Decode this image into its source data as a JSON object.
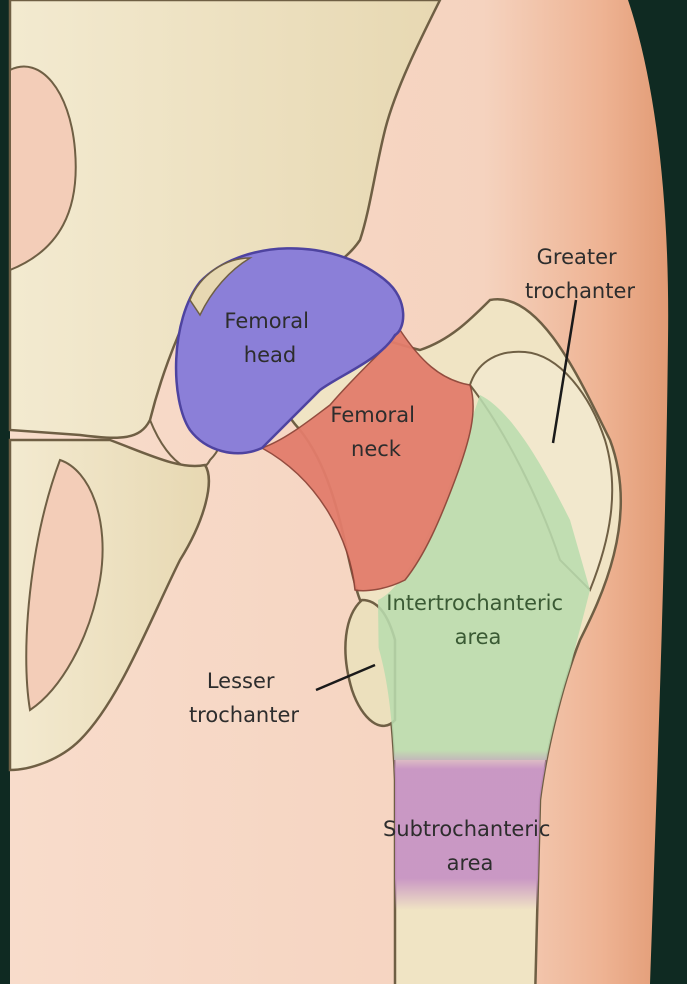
{
  "labels": {
    "femoral_head": [
      "Femoral",
      "head"
    ],
    "femoral_neck": [
      "Femoral",
      "neck"
    ],
    "greater_trochanter": [
      "Greater",
      "trochanter"
    ],
    "intertrochanteric_area": [
      "Intertrochanteric",
      "area"
    ],
    "lesser_trochanter": [
      "Lesser",
      "trochanter"
    ],
    "subtrochanteric_area": [
      "Subtrochanteric",
      "area"
    ]
  },
  "colors": {
    "frame_dark_green": "#0f2a22",
    "skin_background": "#f6d8c6",
    "skin_edge": "#e6a17d",
    "bone": "#f0e4c4",
    "bone_outline": "#6f5f44",
    "femoral_head": "#8b7fd8",
    "femoral_neck": "#e37d6c",
    "intertrochanteric_area": "#b9dcae",
    "subtrochanteric_area": "#c58fc4",
    "label_text_dark": "#2d2d2d",
    "label_text_green": "#3a5a34"
  }
}
